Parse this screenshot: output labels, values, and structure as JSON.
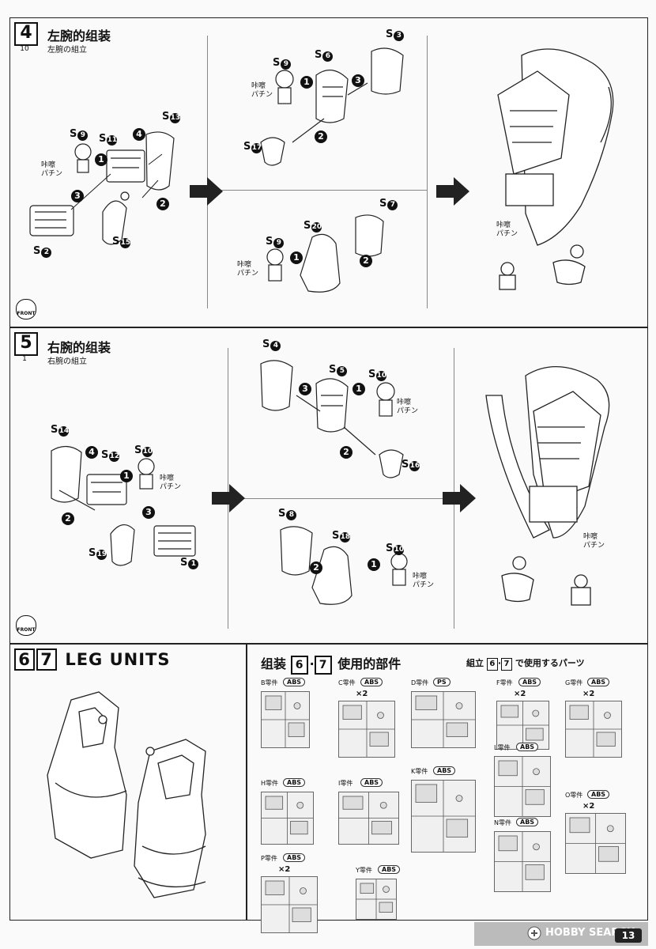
{
  "step4": {
    "number": "4",
    "sub_number": "10",
    "title_cn": "左腕的组装",
    "title_jp": "左腕の組立",
    "labels": {
      "s9a": "S",
      "s9a_n": "9",
      "s6": "S",
      "s6_n": "6",
      "s3": "S",
      "s3_n": "3",
      "s17": "S",
      "s17_n": "17",
      "s13": "S",
      "s13_n": "13",
      "s9b": "S",
      "s9b_n": "9",
      "s11": "S",
      "s11_n": "11",
      "s15": "S",
      "s15_n": "15",
      "s2": "S",
      "s2_n": "2",
      "s7": "S",
      "s7_n": "7",
      "s20": "S",
      "s20_n": "20",
      "s9c": "S",
      "s9c_n": "9"
    },
    "markers": [
      "1",
      "2",
      "3",
      "4"
    ],
    "note": "咔嚓\nパチン"
  },
  "step5": {
    "number": "5",
    "sub_number": "1",
    "title_cn": "右腕的组装",
    "title_jp": "右腕の組立",
    "labels": {
      "s4": "S",
      "s4_n": "4",
      "s5": "S",
      "s5_n": "5",
      "s10a": "S",
      "s10a_n": "10",
      "s16": "S",
      "s16_n": "16",
      "s14": "S",
      "s14_n": "14",
      "s12": "S",
      "s12_n": "12",
      "s10b": "S",
      "s10b_n": "10",
      "s19": "S",
      "s19_n": "19",
      "s1": "S",
      "s1_n": "1",
      "s8": "S",
      "s8_n": "8",
      "s18": "S",
      "s18_n": "18",
      "s10c": "S",
      "s10c_n": "10"
    },
    "note": "咔嚓\nパチン"
  },
  "front_label": "FRONT",
  "step67": {
    "num_a": "6",
    "num_b": "7",
    "title": "LEG UNITS"
  },
  "parts": {
    "title_cn_prefix": "组装",
    "title_cn_suffix": "使用的部件",
    "title_jp_prefix": "組立",
    "title_jp_suffix": "で使用するパーツ",
    "num_a": "6",
    "num_b": "7",
    "dot": "·",
    "runners": [
      {
        "label": "B零件",
        "mat": "ABS",
        "qty": ""
      },
      {
        "label": "C零件",
        "mat": "ABS",
        "qty": "×2"
      },
      {
        "label": "D零件",
        "mat": "PS",
        "qty": ""
      },
      {
        "label": "F零件",
        "mat": "ABS",
        "qty": "×2"
      },
      {
        "label": "G零件",
        "mat": "ABS",
        "qty": "×2"
      },
      {
        "label": "L零件",
        "mat": "ABS",
        "qty": ""
      },
      {
        "label": "H零件",
        "mat": "ABS",
        "qty": ""
      },
      {
        "label": "I零件",
        "mat": "ABS",
        "qty": ""
      },
      {
        "label": "K零件",
        "mat": "ABS",
        "qty": ""
      },
      {
        "label": "O零件",
        "mat": "ABS",
        "qty": "×2"
      },
      {
        "label": "N零件",
        "mat": "ABS",
        "qty": ""
      },
      {
        "label": "P零件",
        "mat": "ABS",
        "qty": "×2"
      },
      {
        "label": "Y零件",
        "mat": "ABS",
        "qty": ""
      }
    ]
  },
  "footer": {
    "brand": "HOBBY SEARCH",
    "page": "13"
  }
}
